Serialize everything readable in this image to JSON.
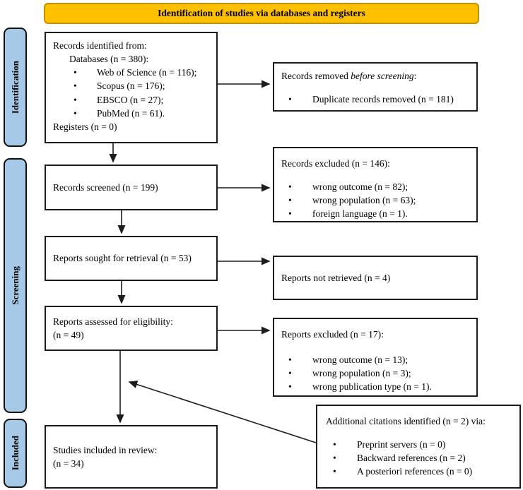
{
  "banner": {
    "title": "Identification of studies via databases and registers"
  },
  "sidebar": {
    "identification": "Identification",
    "screening": "Screening",
    "included": "Included"
  },
  "flow": {
    "records_identified": {
      "heading": "Records identified from:",
      "sub_heading": "Databases (n = 380):",
      "bullets": [
        "Web of Science (n = 116);",
        "Scopus (n = 176);",
        "EBSCO (n = 27);",
        "PubMed (n = 61)."
      ],
      "footer": "Registers (n = 0)"
    },
    "records_removed": {
      "title_prefix": "Records removed ",
      "title_emphasis": "before screening",
      "title_suffix": ":",
      "bullets": [
        "Duplicate records removed (n = 181)"
      ]
    },
    "records_screened": {
      "label": "Records screened (n = 199)"
    },
    "records_excluded": {
      "title": "Records excluded (n = 146):",
      "bullets": [
        "wrong outcome (n = 82);",
        "wrong population (n = 63);",
        "foreign language (n = 1)."
      ]
    },
    "reports_sought": {
      "label": "Reports sought for retrieval (n = 53)"
    },
    "reports_not_retrieved": {
      "label": "Reports not retrieved (n = 4)"
    },
    "reports_assessed": {
      "line1": "Reports assessed for eligibility:",
      "line2": "(n = 49)"
    },
    "reports_excluded": {
      "title": "Reports excluded (n = 17):",
      "bullets": [
        "wrong outcome (n = 13);",
        "wrong population (n = 3);",
        "wrong publication type (n = 1)."
      ]
    },
    "studies_included": {
      "line1": "Studies included in review:",
      "line2": "(n = 34)"
    },
    "additional_citations": {
      "title": "Additional citations identified (n = 2) via:",
      "bullets": [
        "Preprint servers (n = 0)",
        "Backward references (n = 2)",
        "A posteriori references (n = 0)"
      ]
    }
  },
  "colors": {
    "banner_fill": "#FFC000",
    "banner_border": "#BF9000",
    "sidebar_fill": "#A6C9E8",
    "line": "#1C1C1C"
  }
}
